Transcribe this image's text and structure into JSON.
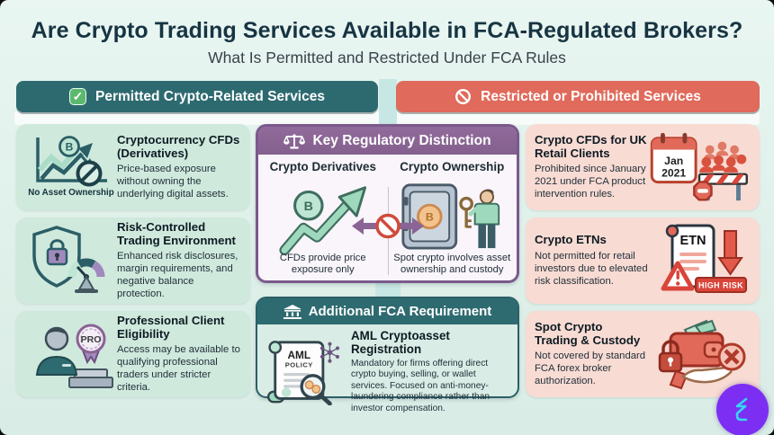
{
  "header": {
    "title": "Are Crypto Trading Services Available in FCA-Regulated Brokers?",
    "subtitle": "What Is Permitted and Restricted Under FCA Rules"
  },
  "permitted": {
    "header_label": "Permitted Crypto-Related Services",
    "cards": [
      {
        "title": "Cryptocurrency CFDs (Derivatives)",
        "body": "Price-based exposure without owning the underlying digital assets.",
        "icon_caption": "No Asset Ownership"
      },
      {
        "title": "Risk-Controlled Trading Environment",
        "body": "Enhanced risk disclosures, margin requirements, and negative balance protection."
      },
      {
        "title": "Professional Client Eligibility",
        "body": "Access may be available to qualifying professional traders under stricter criteria."
      }
    ]
  },
  "restricted": {
    "header_label": "Restricted or Prohibited Services",
    "cards": [
      {
        "title": "Crypto CFDs for UK Retail Clients",
        "body": "Prohibited since January 2021 under FCA product intervention rules."
      },
      {
        "title": "Crypto ETNs",
        "body": "Not permitted for retail investors due to elevated risk classification."
      },
      {
        "title": "Spot Crypto Trading & Custody",
        "body": "Not covered by standard FCA forex broker authorization."
      }
    ]
  },
  "distinction": {
    "header_label": "Key Regulatory Distinction",
    "left_title": "Crypto Derivatives",
    "right_title": "Crypto Ownership",
    "left_caption": "CFDs provide price exposure only",
    "right_caption": "Spot crypto involves asset ownership and custody"
  },
  "requirement": {
    "header_label": "Additional FCA Requirement",
    "title": "AML Cryptoasset Registration",
    "body": "Mandatory for firms offering direct crypto buying, selling, or wallet services. Focused on anti-money-laundering compliance rather than investor compensation."
  },
  "icons": {
    "check": "✓",
    "btc_symbol": "B",
    "pro_badge": "PRO",
    "aml_line1": "AML",
    "aml_line2": "POLICY",
    "etn_label": "ETN",
    "high_risk_label": "HIGH RISK",
    "calendar_month": "Jan",
    "calendar_year": "2021"
  },
  "colors": {
    "permitted_header": "#2d6a70",
    "restricted_header": "#e06a5b",
    "distinction_header": "#8a6494",
    "requirement_header": "#2e6b70",
    "permitted_card_bg": "#cfe9dd",
    "restricted_card_bg": "#f8dbd3",
    "background": "#ddeee9",
    "title_text": "#173442",
    "logo_circle": "#7c2ff2",
    "logo_glyph": "#35d6f4"
  }
}
